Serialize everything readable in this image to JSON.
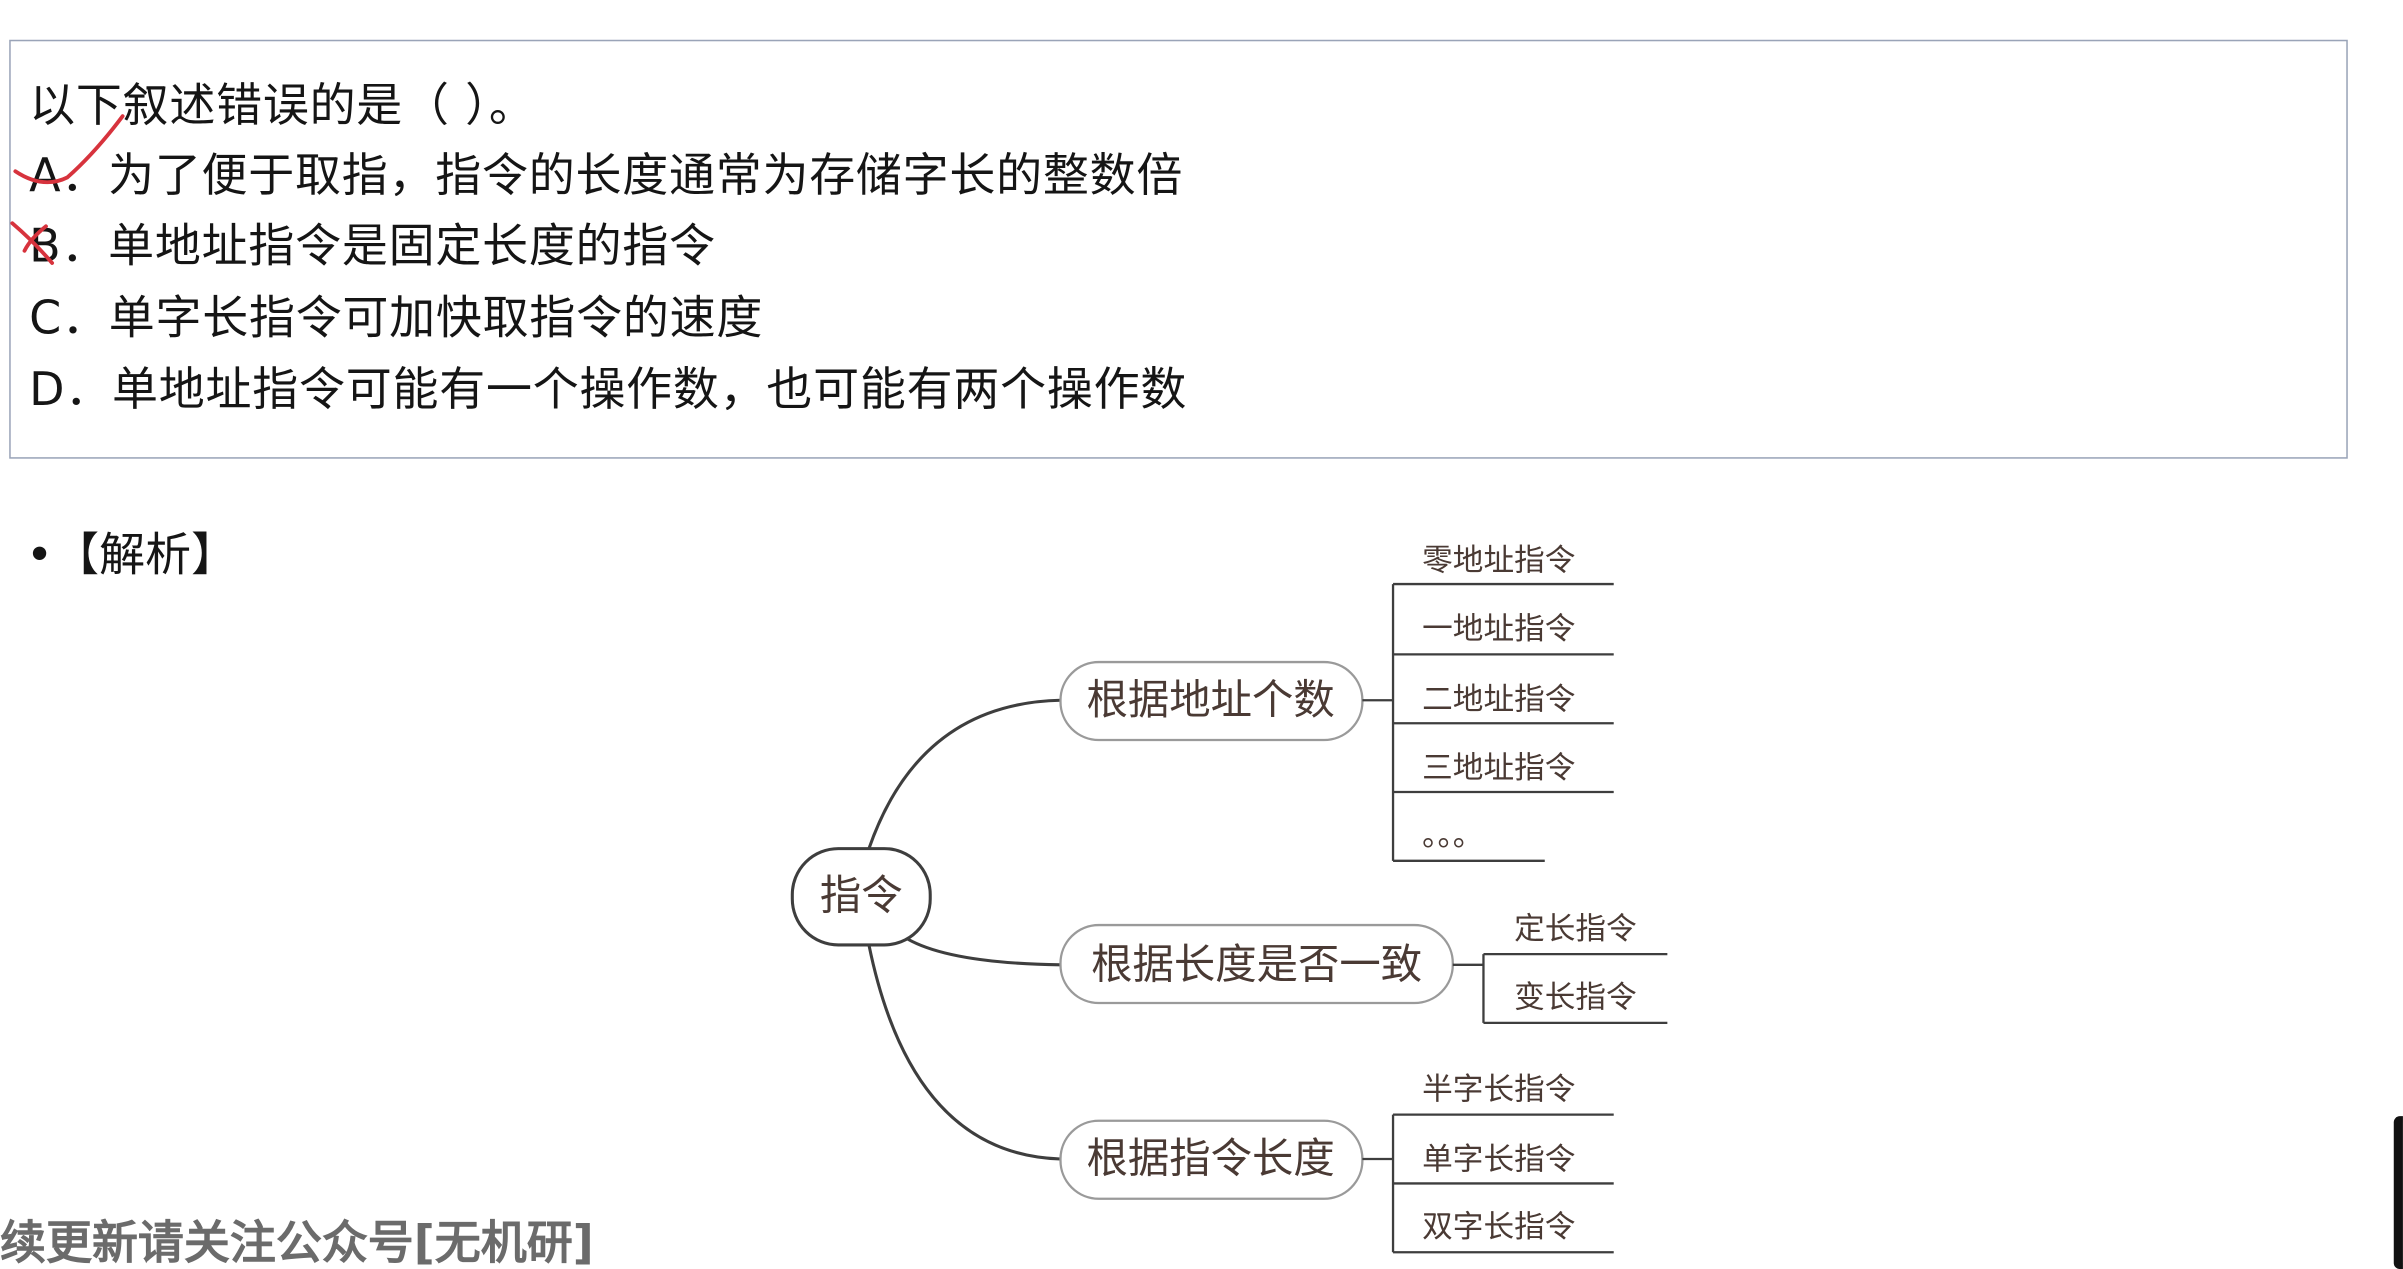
{
  "question": {
    "stem": "以下叙述错误的是（    ）。",
    "options": [
      "A．为了便于取指，指令的长度通常为存储字长的整数倍",
      "B．单地址指令是固定长度的指令",
      "C．单字长指令可加快取指令的速度",
      "D．单地址指令可能有一个操作数，也可能有两个操作数"
    ]
  },
  "analysis": {
    "label": "•【解析】"
  },
  "mindmap": {
    "root": "指令",
    "branches": [
      {
        "label": "根据地址个数",
        "leaves": [
          "零地址指令",
          "一地址指令",
          "二地址指令",
          "三地址指令",
          "。。。"
        ]
      },
      {
        "label": "根据长度是否一致",
        "leaves": [
          "定长指令",
          "变长指令"
        ]
      },
      {
        "label": "根据指令长度",
        "leaves": [
          "半字长指令",
          "单字长指令",
          "双字长指令"
        ]
      }
    ]
  },
  "watermark": {
    "bottom": "续更新请关注公众号[无机研]"
  },
  "colors": {
    "box_border": "#9aa4b8",
    "mark_red": "#d7333d",
    "node_text": "#4a3a34",
    "line": "#3e3e3e"
  }
}
